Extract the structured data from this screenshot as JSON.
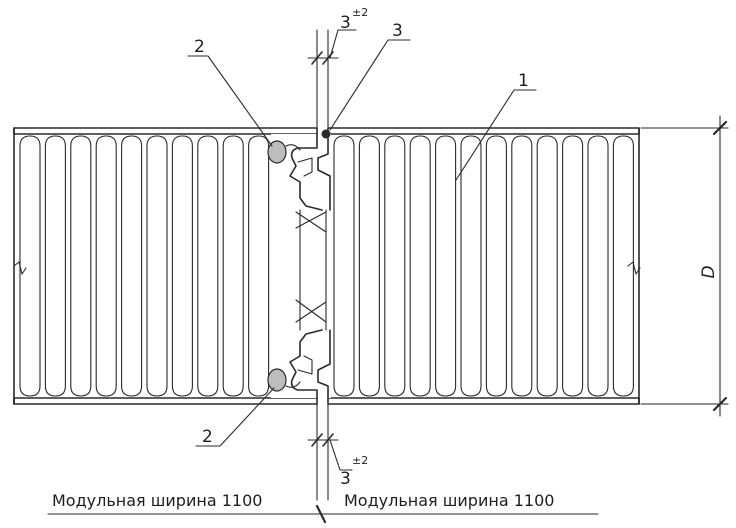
{
  "callouts": {
    "left_top": "2",
    "top_right": "3",
    "right_panel": "1",
    "left_bottom": "2"
  },
  "gap_dims": {
    "top_value": "3",
    "top_tol": "±2",
    "bottom_value": "3",
    "bottom_tol": "±2"
  },
  "thickness_label": "D",
  "captions": {
    "left": "Модульная ширина 1100",
    "right": "Модульная ширина 1100"
  }
}
